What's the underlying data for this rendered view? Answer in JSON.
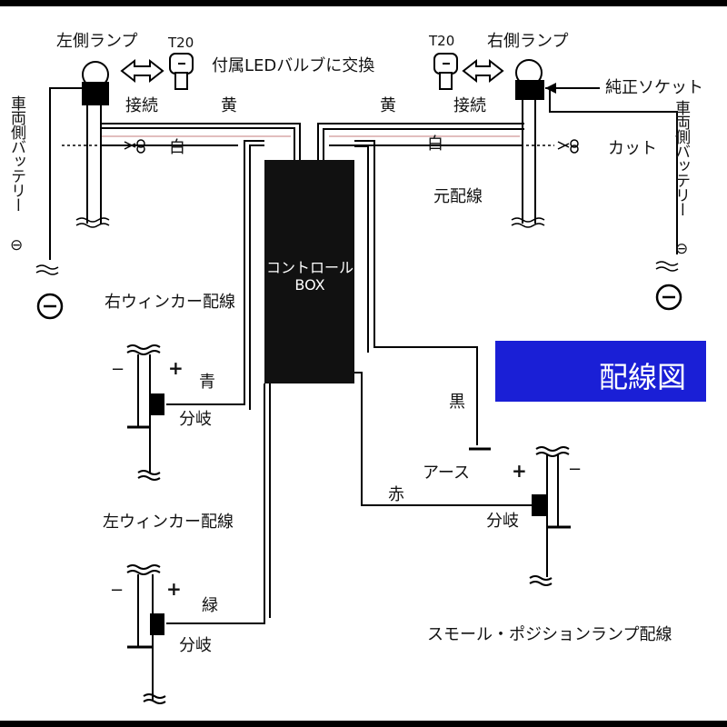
{
  "labels": {
    "left_lamp": "左側ランプ",
    "right_lamp": "右側ランプ",
    "t20_left": "T20",
    "t20_right": "T20",
    "replace_note": "付属LEDバルブに交換",
    "connect_left": "接続",
    "connect_right": "接続",
    "yellow_left": "黄",
    "yellow_right": "黄",
    "white_left": "白",
    "white_right": "白",
    "genuine_socket": "純正ソケット",
    "cut": "カット",
    "original_wiring": "元配線",
    "vehicle_battery_left": "車両側バッテリー",
    "vehicle_battery_right": "車両側バッテリー",
    "minus": "⊖",
    "control_box_line1": "コントロール",
    "control_box_line2": "BOX",
    "right_blinker": "右ウィンカー配線",
    "left_blinker": "左ウィンカー配線",
    "blue": "青",
    "green": "緑",
    "black": "黒",
    "red": "赤",
    "earth": "アース",
    "branch_1": "分岐",
    "branch_2": "分岐",
    "branch_3": "分岐",
    "plus": "+",
    "dash": "−",
    "small_position": "スモール・ポジションランプ配線",
    "title": "配線図"
  },
  "colors": {
    "title_bg": "#1a1fd6",
    "box_bg": "#111111",
    "white_wire": "#d9a8a8"
  },
  "icons": [
    "bulb-icon",
    "t20-led-bulb-icon",
    "double-arrow-icon",
    "scissors-icon",
    "ground-minus-icon",
    "splice-tap-icon"
  ]
}
